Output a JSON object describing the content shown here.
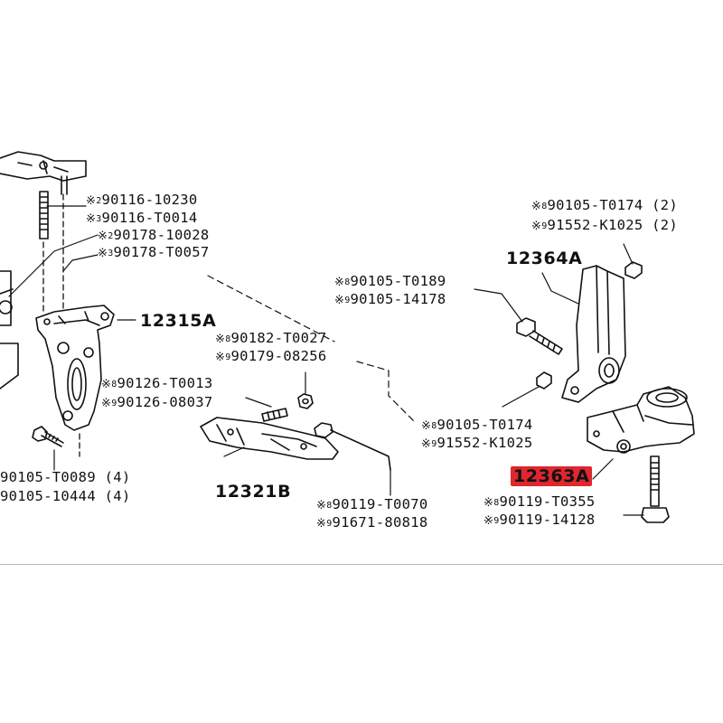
{
  "colors": {
    "highlight": "#e0262e",
    "ink": "#111111",
    "frame": "#b5b5b5"
  },
  "reference_mark": "※",
  "part_labels": {
    "p12315A": "12315A",
    "p12321B": "12321B",
    "p12364A": "12364A",
    "p12363A": "12363A"
  },
  "fasteners": [
    {
      "variant": "2",
      "code": "90116-10230"
    },
    {
      "variant": "3",
      "code": "90116-T0014"
    },
    {
      "variant": "2",
      "code": "90178-10028"
    },
    {
      "variant": "3",
      "code": "90178-T0057"
    },
    {
      "variant": "8",
      "code": "90105-T0174 (2)"
    },
    {
      "variant": "9",
      "code": "91552-K1025 (2)"
    },
    {
      "variant": "8",
      "code": "90105-T0189"
    },
    {
      "variant": "9",
      "code": "90105-14178"
    },
    {
      "variant": "8",
      "code": "90182-T0027"
    },
    {
      "variant": "9",
      "code": "90179-08256"
    },
    {
      "variant": "8",
      "code": "90126-T0013"
    },
    {
      "variant": "9",
      "code": "90126-08037"
    },
    {
      "variant": "8",
      "code": "90105-T0174"
    },
    {
      "variant": "9",
      "code": "91552-K1025"
    },
    {
      "variant": "",
      "code": "90105-T0089 (4)"
    },
    {
      "variant": "",
      "code": "90105-10444 (4)"
    },
    {
      "variant": "8",
      "code": "90119-T0070"
    },
    {
      "variant": "9",
      "code": "91671-80818"
    },
    {
      "variant": "8",
      "code": "90119-T0355"
    },
    {
      "variant": "9",
      "code": "90119-14128"
    }
  ]
}
